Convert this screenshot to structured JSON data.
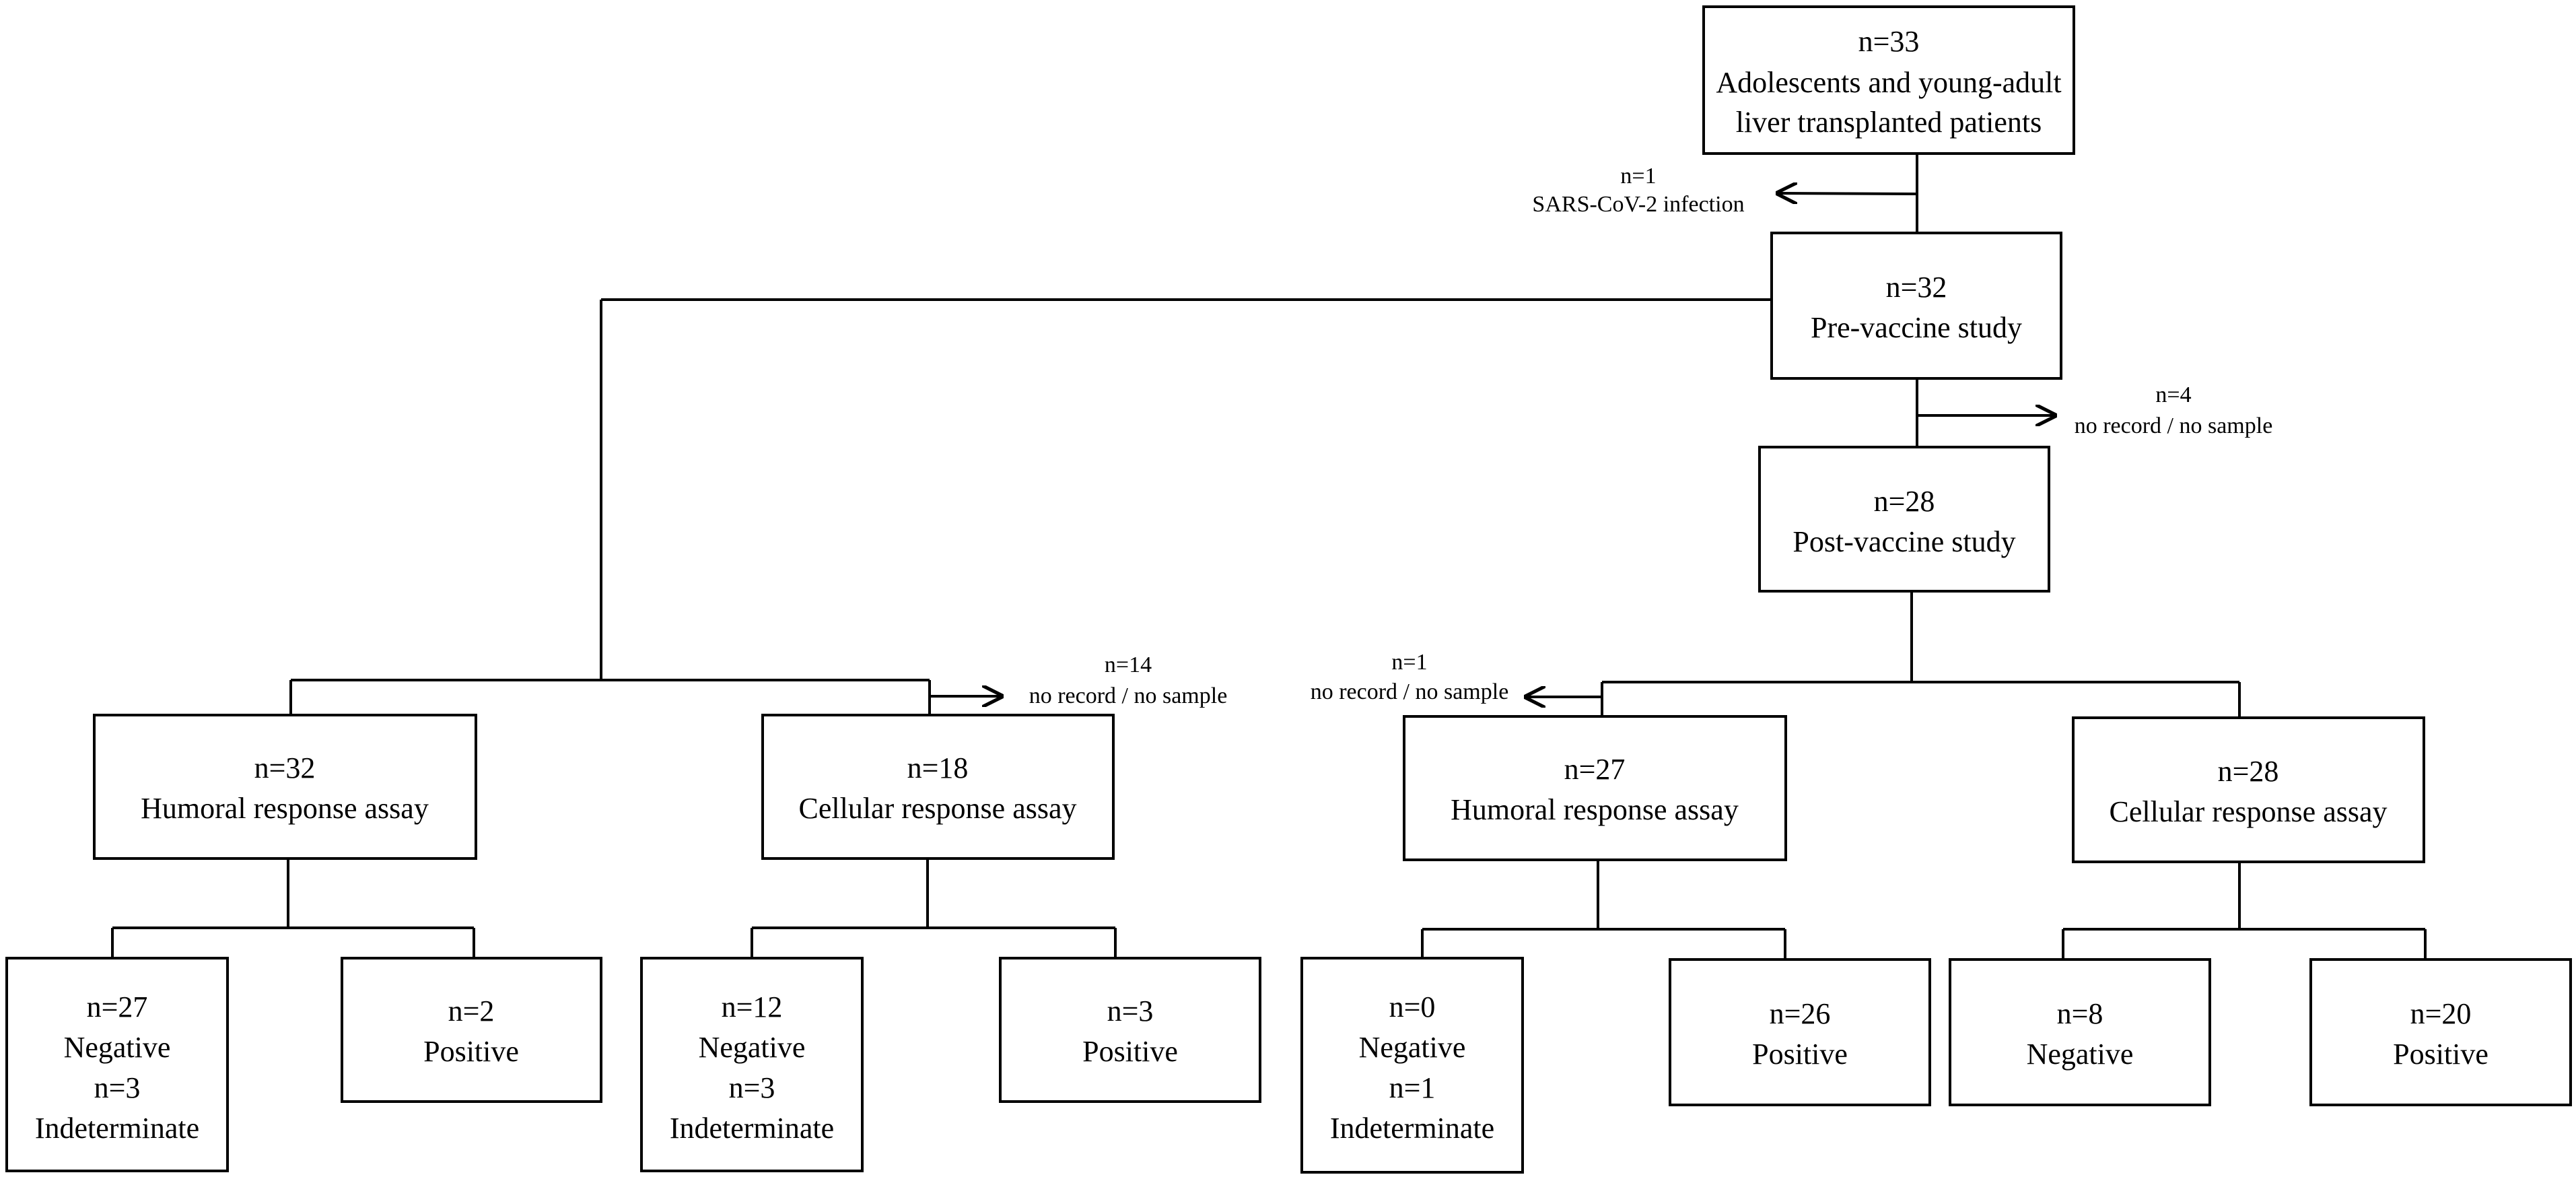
{
  "boxes": {
    "root": {
      "lines": [
        "n=33",
        "Adolescents and young-adult",
        "liver transplanted patients"
      ]
    },
    "pre": {
      "lines": [
        "n=32",
        "Pre-vaccine study"
      ]
    },
    "post": {
      "lines": [
        "n=28",
        "Post-vaccine study"
      ]
    },
    "pre_humoral": {
      "lines": [
        "n=32",
        "Humoral response assay"
      ]
    },
    "pre_cellular": {
      "lines": [
        "n=18",
        "Cellular response assay"
      ]
    },
    "post_humoral": {
      "lines": [
        "n=27",
        "Humoral response assay"
      ]
    },
    "post_cellular": {
      "lines": [
        "n=28",
        "Cellular response assay"
      ]
    },
    "pre_humoral_neg": {
      "lines": [
        "n=27",
        "Negative",
        "n=3",
        "Indeterminate"
      ]
    },
    "pre_humoral_pos": {
      "lines": [
        "n=2",
        "Positive"
      ]
    },
    "pre_cellular_neg": {
      "lines": [
        "n=12",
        "Negative",
        "n=3",
        "Indeterminate"
      ]
    },
    "pre_cellular_pos": {
      "lines": [
        "n=3",
        "Positive"
      ]
    },
    "post_humoral_neg": {
      "lines": [
        "n=0",
        "Negative",
        "n=1",
        "Indeterminate"
      ]
    },
    "post_humoral_pos": {
      "lines": [
        "n=26",
        "Positive"
      ]
    },
    "post_cellular_neg": {
      "lines": [
        "n=8",
        "Negative"
      ]
    },
    "post_cellular_pos": {
      "lines": [
        "n=20",
        "Positive"
      ]
    }
  },
  "exclusions": {
    "sars": {
      "lines": [
        "n=1",
        "SARS-CoV-2 infection"
      ]
    },
    "pre_post": {
      "lines": [
        "n=4",
        "no record / no sample"
      ]
    },
    "cellular": {
      "lines": [
        "n=14",
        "no record / no sample"
      ]
    },
    "humoral": {
      "lines": [
        "n=1",
        "no record / no sample"
      ]
    }
  }
}
